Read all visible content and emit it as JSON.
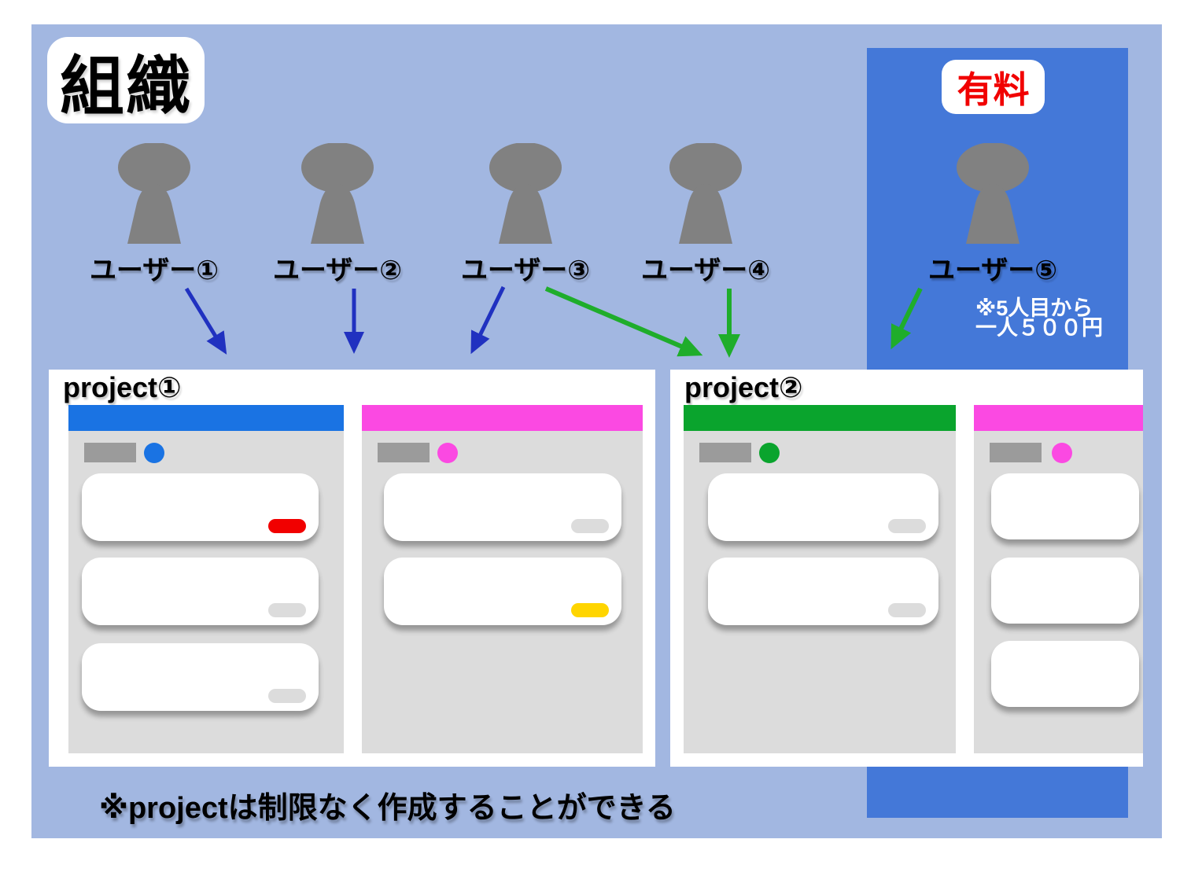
{
  "org_label": "組織",
  "users": [
    {
      "label": "ユーザー①"
    },
    {
      "label": "ユーザー②"
    },
    {
      "label": "ユーザー③"
    },
    {
      "label": "ユーザー④"
    },
    {
      "label": "ユーザー⑤"
    }
  ],
  "paid_panel": {
    "badge": "有料",
    "price_note": [
      "※5人目から",
      "一人５００円"
    ]
  },
  "projects": [
    {
      "title": "project①"
    },
    {
      "title": "project②"
    }
  ],
  "footer_note": "※projectは制限なく作成することができる",
  "colors": {
    "canvas_blue": "#a2b7e1",
    "panel_blue": "#4478d8",
    "header_blue": "#1a73e3",
    "header_pink": "#fb49e2",
    "header_green": "#0aa42d",
    "user_gray": "#818181",
    "tag_gray": "#9b9b9b",
    "column_gray": "#dcdcdc",
    "pill_gray": "#dcdcdc",
    "pill_red": "#f10000",
    "pill_yellow": "#ffd500",
    "arrow_blue": "#2031c0",
    "arrow_green": "#1fad2b",
    "badge_red": "#f10000"
  }
}
